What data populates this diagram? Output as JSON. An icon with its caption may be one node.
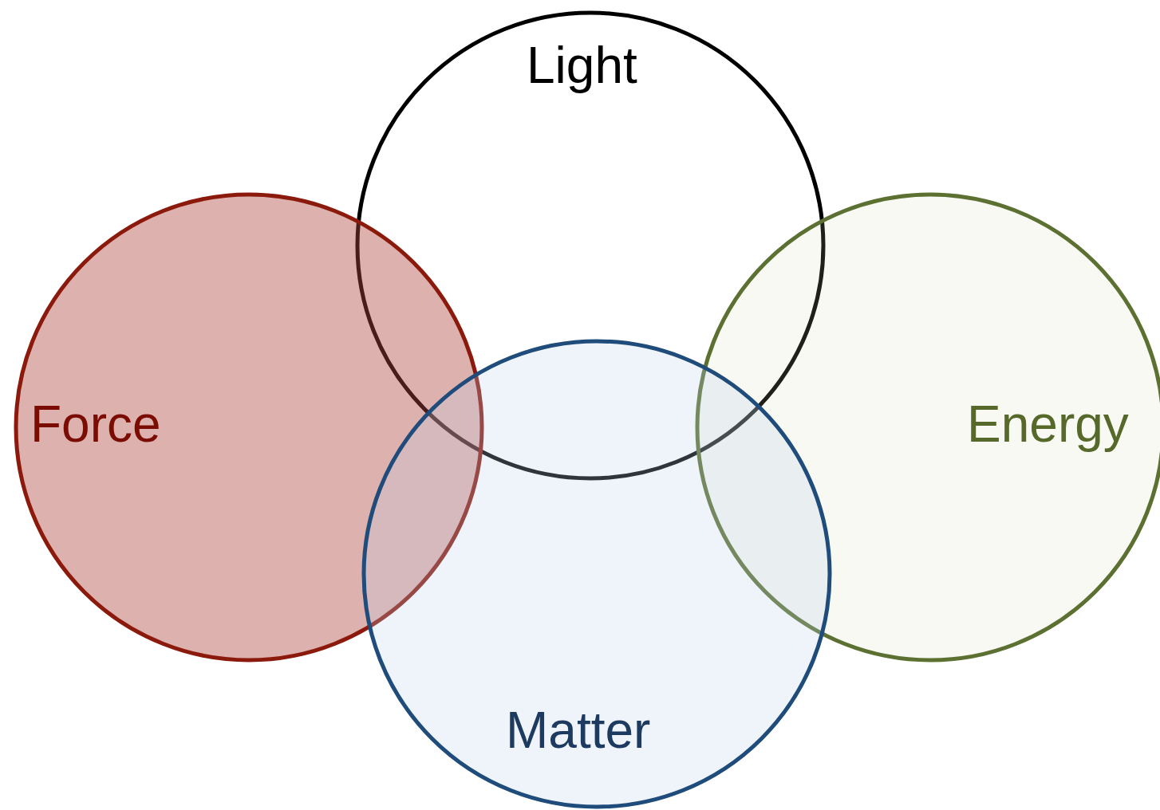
{
  "diagram": {
    "nodes": [
      {
        "text": [
          "Light"
        ]
      },
      {
        "text": [
          "Force"
        ]
      },
      {
        "text": [
          "Energy"
        ]
      },
      {
        "text": [
          "Matter"
        ]
      }
    ]
  }
}
